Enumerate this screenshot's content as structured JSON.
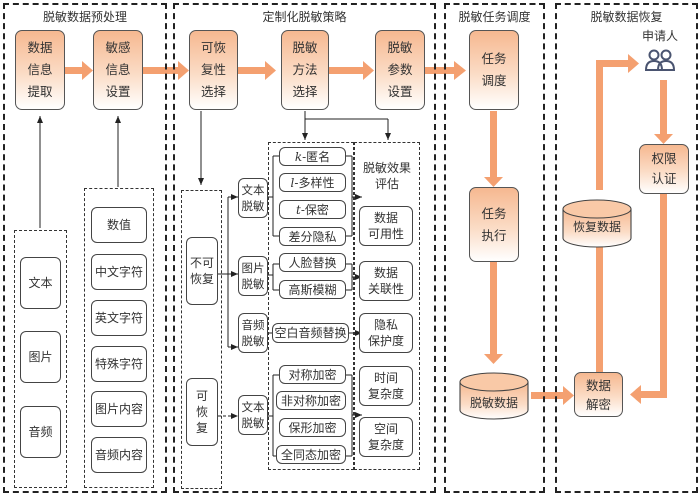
{
  "sections": {
    "preprocess": {
      "title": "脱敏数据预处理",
      "extract": "数据\n信息\n提取",
      "sensitive": "敏感\n信息\n设置",
      "sources": [
        "文本",
        "图片",
        "音频"
      ],
      "types": [
        "数值",
        "中文字符",
        "英文字符",
        "特殊字符",
        "图片内容",
        "音频内容"
      ]
    },
    "strategy": {
      "title": "定制化脱敏策略",
      "recoverability": "可恢\n复性\n选择",
      "method": "脱敏\n方法\n选择",
      "params": "脱敏\n参数\n设置",
      "irreversible": "不可\n恢复",
      "reversible": "可\n恢\n复",
      "text_desens": "文本\n脱敏",
      "image_desens": "图片\n脱敏",
      "audio_desens": "音频\n脱敏",
      "text_desens_2": "文本\n脱敏",
      "text_methods": [
        {
          "prefix": "k",
          "suffix": "-匿名"
        },
        {
          "prefix": "l",
          "suffix": "-多样性"
        },
        {
          "prefix": "t",
          "suffix": "-保密"
        },
        {
          "prefix": "",
          "suffix": "差分隐私"
        }
      ],
      "image_methods": [
        "人脸替换",
        "高斯模糊"
      ],
      "audio_methods": [
        "空白音频替换"
      ],
      "encrypt_methods": [
        "对称加密",
        "非对称加密",
        "保形加密",
        "全同态加密"
      ],
      "evaluation": {
        "title": "脱敏效果\n评估",
        "items": [
          "数据\n可用性",
          "数据\n关联性",
          "隐私\n保护度",
          "时间\n复杂度",
          "空间\n复杂度"
        ]
      }
    },
    "scheduling": {
      "title": "脱敏任务调度",
      "schedule": "任务\n调度",
      "execute": "任务\n执行",
      "desens_data": "脱敏数据"
    },
    "recovery": {
      "title": "脱敏数据恢复",
      "applicant": "申请人",
      "auth": "权限\n认证",
      "recovered_data": "恢复数据",
      "decrypt": "数据\n解密"
    }
  },
  "colors": {
    "arrow_orange": "#f4a070",
    "box_gradient_top": "#f6b890",
    "border": "#333333"
  }
}
